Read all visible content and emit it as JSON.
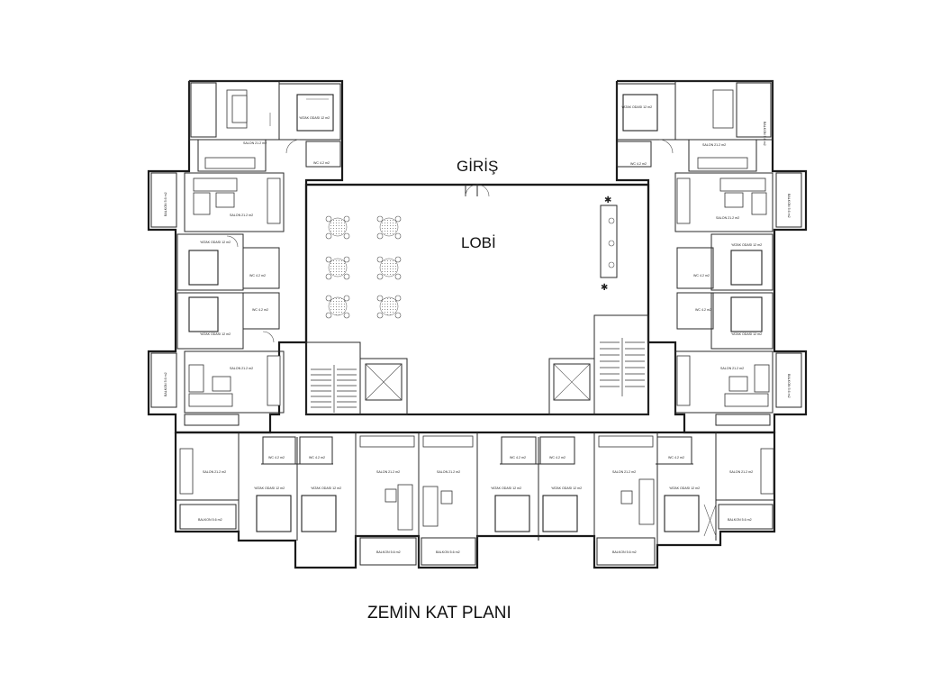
{
  "labels": {
    "entrance": "GİRİŞ",
    "lobby": "LOBİ",
    "plan_title": "ZEMİN KAT PLANI"
  },
  "rooms": {
    "salon": "SALON 21.2 m2",
    "yatak": "YATAK ODASI 12 m2",
    "wc": "WC 4.2 m2",
    "balkon_side": "BALKON 5.6 m2",
    "balkon_bottom": "BALKON 5.6 m2"
  }
}
